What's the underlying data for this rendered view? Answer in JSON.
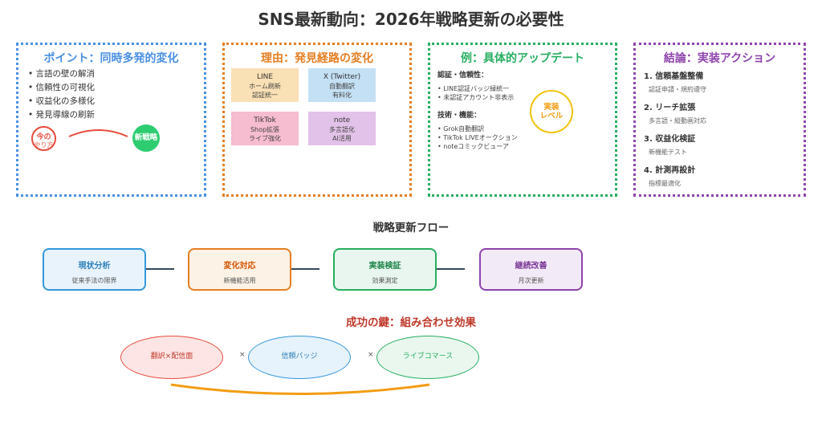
{
  "title": "SNS最新動向：2026年戦略更新の必要性",
  "panels": {
    "point": {
      "title": "ポイント：同時多発的変化",
      "bullets": [
        "• 言語の壁の解消",
        "• 信頼性の可視化",
        "• 収益化の多様化",
        "• 発見導線の刷新"
      ],
      "circle_old": [
        "今の",
        "やり方"
      ],
      "circle_new": "新戦略"
    },
    "reason": {
      "title": "理由：発見経路の変化",
      "cards": [
        {
          "name": "LINE",
          "lines": [
            "ホーム刷新",
            "認証統一"
          ]
        },
        {
          "name": "X (Twitter)",
          "lines": [
            "自動翻訳",
            "有料化"
          ]
        },
        {
          "name": "TikTok",
          "lines": [
            "Shop拡張",
            "ライブ強化"
          ]
        },
        {
          "name": "note",
          "lines": [
            "多言語化",
            "AI活用"
          ]
        }
      ]
    },
    "example": {
      "title": "例：具体的アップデート",
      "sec1": "認証・信頼性：",
      "sec1_items": [
        "• LINE認証バッジ緑統一",
        "• 未認証アカウント非表示"
      ],
      "sec2": "技術・機能：",
      "sec2_items": [
        "• Grok自動翻訳",
        "• TikTok LIVEオークション",
        "• noteコミックビューア"
      ],
      "badge": [
        "実装",
        "レベル"
      ]
    },
    "conclusion": {
      "title": "結論：実装アクション",
      "items": [
        {
          "h": "1. 信頼基盤整備",
          "s": "認証申請・規約遵守"
        },
        {
          "h": "2. リーチ拡張",
          "s": "多言語・縦動画対応"
        },
        {
          "h": "3. 収益化検証",
          "s": "新機能テスト"
        },
        {
          "h": "4. 計測再設計",
          "s": "指標最適化"
        }
      ]
    }
  },
  "flow": {
    "title": "戦略更新フロー",
    "steps": [
      {
        "h": "現状分析",
        "s": "従来手法の限界"
      },
      {
        "h": "変化対応",
        "s": "新機能活用"
      },
      {
        "h": "実装検証",
        "s": "効果測定"
      },
      {
        "h": "継続改善",
        "s": "月次更新"
      }
    ]
  },
  "success": {
    "title": "成功の鍵：組み合わせ効果",
    "items": [
      "翻訳×配信面",
      "信頼バッジ",
      "ライブコマース"
    ],
    "times": "×"
  },
  "colors": {
    "blue": "#4a90e2",
    "orange": "#e67e22",
    "green": "#27ae60",
    "purple": "#8e44ad",
    "red": "#e74c3c",
    "yellow": "#f1c40f"
  }
}
